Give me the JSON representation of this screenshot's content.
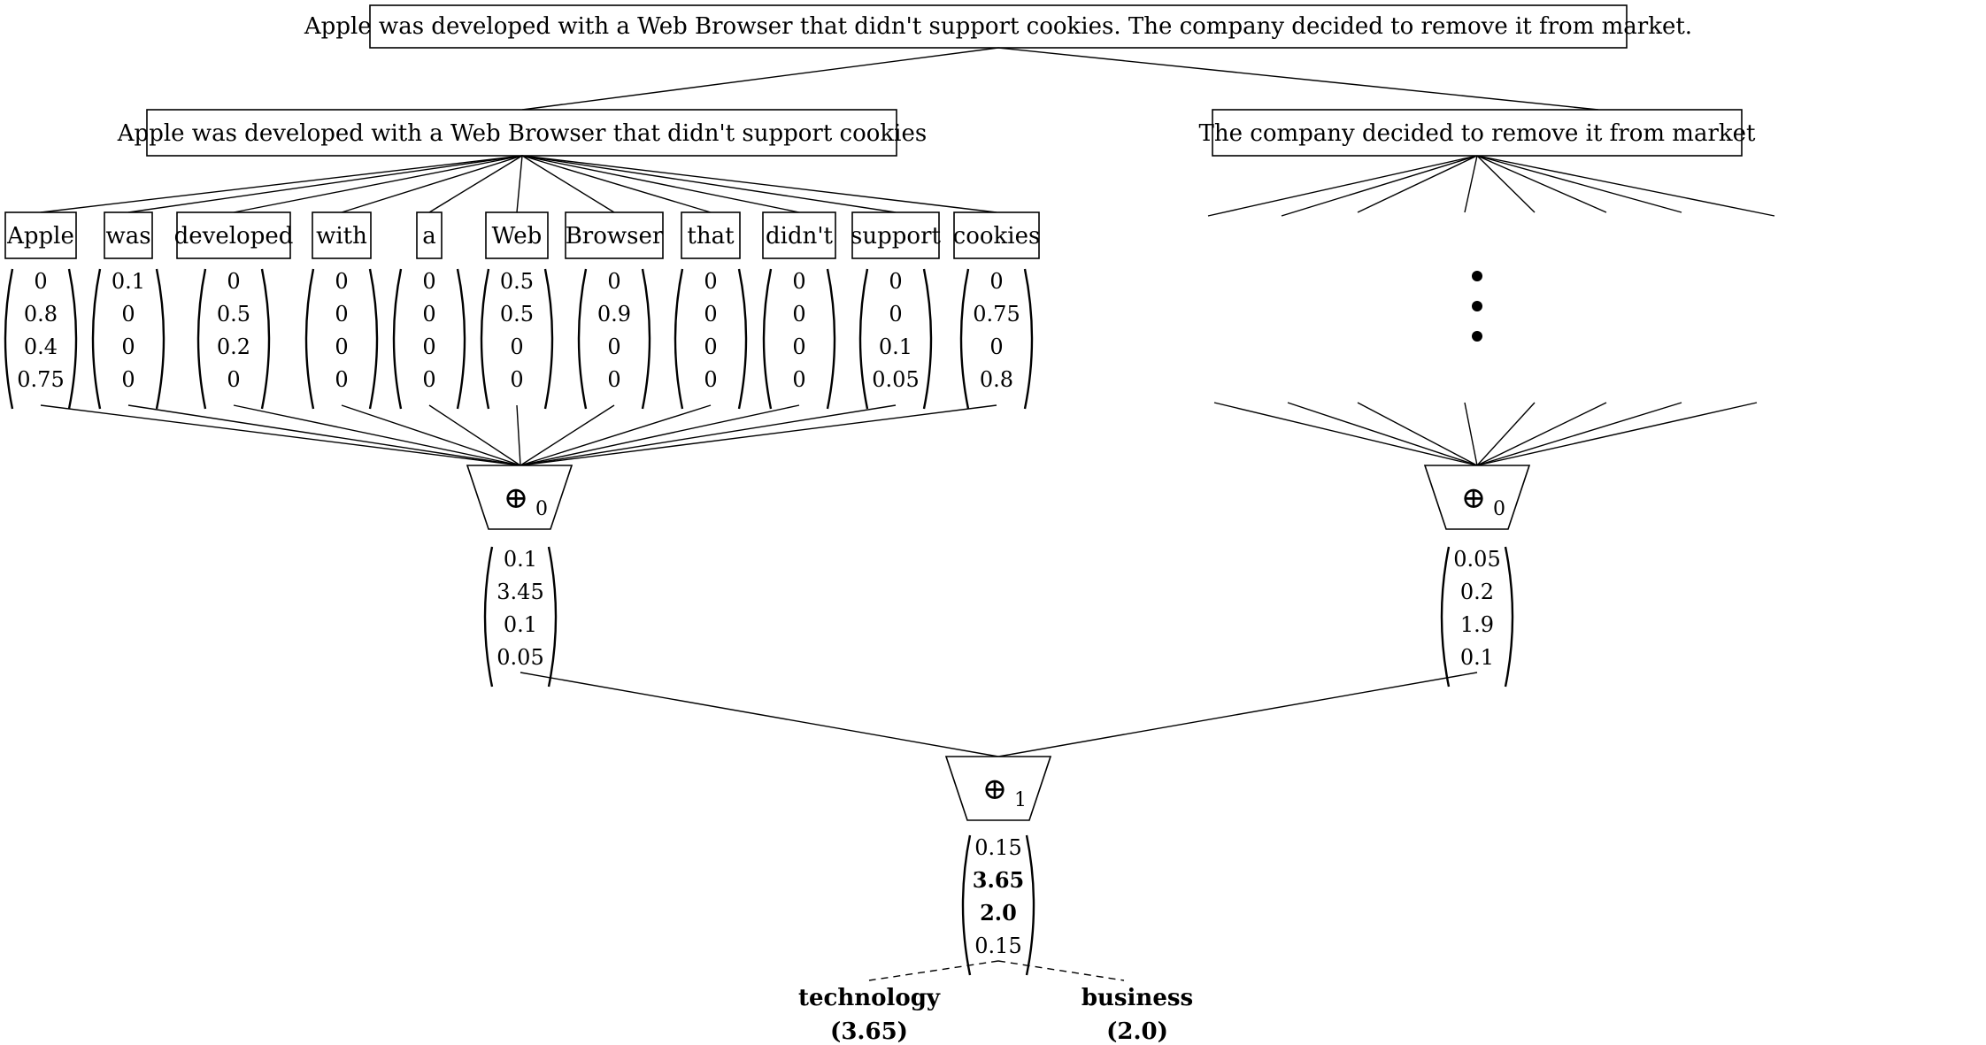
{
  "document": {
    "text": "Apple was developed with a Web Browser that didn't support cookies. The company decided to remove it from market.",
    "sentences": [
      {
        "text": "Apple was developed with a Web Browser that didn't support cookies",
        "tokens": [
          {
            "word": "Apple",
            "vector": [
              "0",
              "0.8",
              "0.4",
              "0.75"
            ]
          },
          {
            "word": "was",
            "vector": [
              "0.1",
              "0",
              "0",
              "0"
            ]
          },
          {
            "word": "developed",
            "vector": [
              "0",
              "0.5",
              "0.2",
              "0"
            ]
          },
          {
            "word": "with",
            "vector": [
              "0",
              "0",
              "0",
              "0"
            ]
          },
          {
            "word": "a",
            "vector": [
              "0",
              "0",
              "0",
              "0"
            ]
          },
          {
            "word": "Web",
            "vector": [
              "0.5",
              "0.5",
              "0",
              "0"
            ]
          },
          {
            "word": "Browser",
            "vector": [
              "0",
              "0.9",
              "0",
              "0"
            ]
          },
          {
            "word": "that",
            "vector": [
              "0",
              "0",
              "0",
              "0"
            ]
          },
          {
            "word": "didn't",
            "vector": [
              "0",
              "0",
              "0",
              "0"
            ]
          },
          {
            "word": "support",
            "vector": [
              "0",
              "0",
              "0.1",
              "0.05"
            ]
          },
          {
            "word": "cookies",
            "vector": [
              "0",
              "0.75",
              "0",
              "0.8"
            ]
          }
        ],
        "aggregator": {
          "symbol": "⊕",
          "subscript": "0"
        },
        "sum_vector": [
          "0.1",
          "3.45",
          "0.1",
          "0.05"
        ]
      },
      {
        "text": "The company decided to remove it from market",
        "tokens_elided": true,
        "aggregator": {
          "symbol": "⊕",
          "subscript": "0"
        },
        "sum_vector": [
          "0.05",
          "0.2",
          "1.9",
          "0.1"
        ]
      }
    ],
    "aggregator": {
      "symbol": "⊕",
      "subscript": "1"
    },
    "sum_vector": [
      {
        "value": "0.15",
        "bold": false
      },
      {
        "value": "3.65",
        "bold": true
      },
      {
        "value": "2.0",
        "bold": true
      },
      {
        "value": "0.15",
        "bold": false
      }
    ]
  },
  "classes": [
    {
      "name": "technology",
      "score": "(3.65)"
    },
    {
      "name": "business",
      "score": "(2.0)"
    }
  ]
}
